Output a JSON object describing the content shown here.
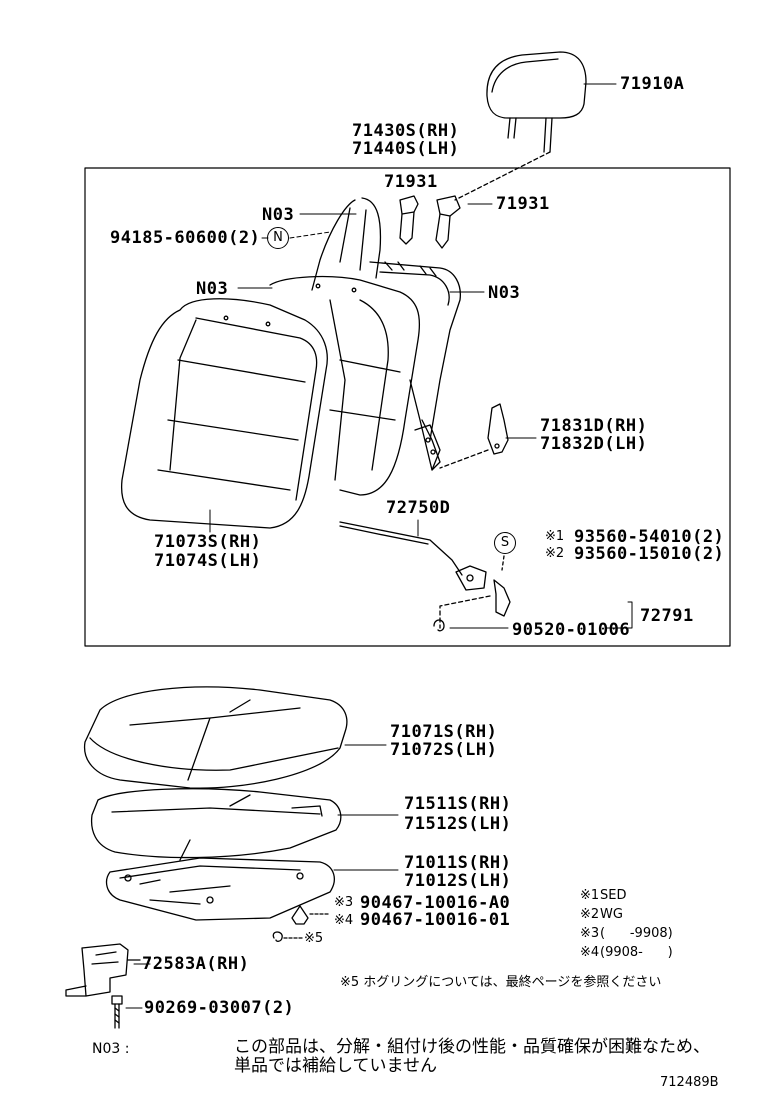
{
  "labels": {
    "headrest": "71910A",
    "back_pad_rh": "71430S(RH)",
    "back_pad_lh": "71440S(LH)",
    "support_left": "71931",
    "support_right": "71931",
    "n03_top": "N03",
    "clip_part": "94185-60600(2)",
    "n03_left": "N03",
    "n03_right": "N03",
    "recliner_rh": "71831D(RH)",
    "recliner_lh": "71832D(LH)",
    "cable": "72750D",
    "back_cover_rh": "71073S(RH)",
    "back_cover_lh": "71074S(LH)",
    "screw_1_mark": "※1",
    "screw_1": "93560-54010(2)",
    "screw_2_mark": "※2",
    "screw_2": "93560-15010(2)",
    "lever": "72791",
    "ring": "90520-01006",
    "cushion_cover_rh": "71071S(RH)",
    "cushion_cover_lh": "71072S(LH)",
    "cushion_pad_rh": "71511S(RH)",
    "cushion_pad_lh": "71512S(LH)",
    "cushion_frame_rh": "71011S(RH)",
    "cushion_frame_lh": "71012S(LH)",
    "clip_3_mark": "※3",
    "clip_3": "90467-10016-A0",
    "clip_4_mark": "※4",
    "clip_4": "90467-10016-01",
    "hog_ring_mark": "※5",
    "bracket": "72583A(RH)",
    "bolt": "90269-03007(2)"
  },
  "callouts": {
    "n_symbol": "N",
    "s_symbol": "S"
  },
  "legend": [
    {
      "mark": "※1",
      "text": "SED"
    },
    {
      "mark": "※2",
      "text": "WG"
    },
    {
      "mark": "※3",
      "text": "(      -9908)"
    },
    {
      "mark": "※4",
      "text": "(9908-      )"
    }
  ],
  "notes": {
    "hog_ring": "※5 ホグリングについては、最終ページを参照ください",
    "n03_key": "N03 :",
    "n03_line1": "この部品は、分解・組付け後の性能・品質確保が困難なため、",
    "n03_line2": "単品では補給していません"
  },
  "figure_id": "712489B"
}
